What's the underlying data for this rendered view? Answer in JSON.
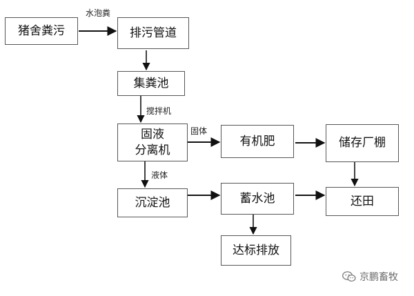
{
  "diagram": {
    "nodes": {
      "n1": "猪舍粪污",
      "n2": "排污管道",
      "n3": "集粪池",
      "n4a": "固液",
      "n4b": "分离机",
      "n5": "有机肥",
      "n6": "储存厂棚",
      "n7": "沉淀池",
      "n8": "蓄水池",
      "n9": "还田",
      "n10": "达标排放"
    },
    "edge_labels": {
      "e1": "水泡粪",
      "e2": "搅拌机",
      "e3": "固体",
      "e4": "液体"
    },
    "watermark": "京鹏畜牧"
  }
}
